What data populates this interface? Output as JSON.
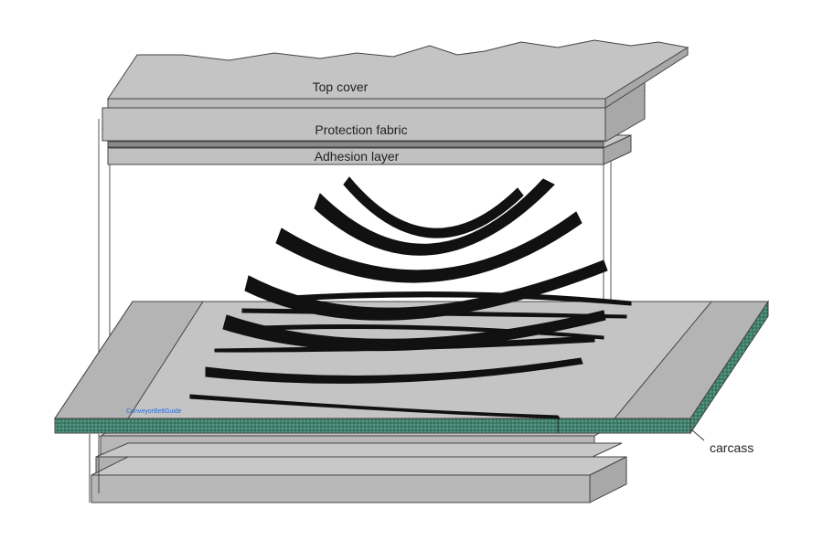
{
  "labels": {
    "top_cover": "Top cover",
    "protection_fabric": "Protection fabric",
    "adhesion_layer": "Adhesion layer",
    "carcass": "carcass"
  },
  "watermark": "ConveyorBeltGuide",
  "colors": {
    "layer_fill": "#c0c0c0",
    "layer_side": "#a8a8a8",
    "carcass_fill": "#3f7f6c",
    "cord": "#111111",
    "outline": "#444444"
  }
}
